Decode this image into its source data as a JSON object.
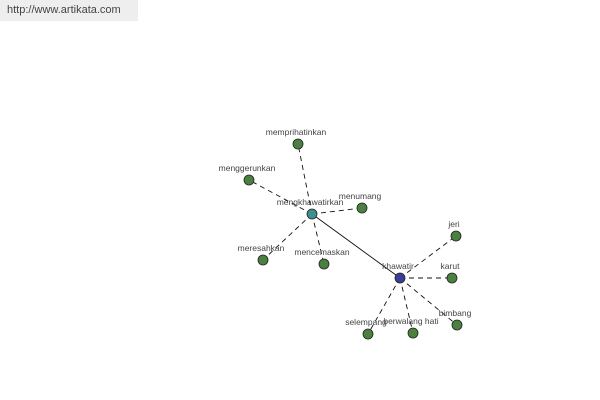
{
  "watermark_url": "http://www.artikata.com",
  "graph": {
    "nodes": [
      {
        "id": "khawatir",
        "label": "khawatir",
        "role": "root",
        "color": "#3b3f93"
      },
      {
        "id": "mengkhawatirkan",
        "label": "mengkhawatirkan",
        "role": "hub",
        "color": "#3f8f8f"
      },
      {
        "id": "memprihatinkan",
        "label": "memprihatinkan",
        "role": "leaf",
        "color": "#4a8040"
      },
      {
        "id": "menggerunkan",
        "label": "menggerunkan",
        "role": "leaf",
        "color": "#4a8040"
      },
      {
        "id": "menumang",
        "label": "menumang",
        "role": "leaf",
        "color": "#4a8040"
      },
      {
        "id": "meresahkan",
        "label": "meresahkan",
        "role": "leaf",
        "color": "#4a8040"
      },
      {
        "id": "mencemaskan",
        "label": "mencemaskan",
        "role": "leaf",
        "color": "#4a8040"
      },
      {
        "id": "jeri",
        "label": "jeri",
        "role": "leaf",
        "color": "#4a8040"
      },
      {
        "id": "karut",
        "label": "karut",
        "role": "leaf",
        "color": "#4a8040"
      },
      {
        "id": "bimbang",
        "label": "bimbang",
        "role": "leaf",
        "color": "#4a8040"
      },
      {
        "id": "selempang",
        "label": "selempang",
        "role": "leaf",
        "color": "#4a8040"
      },
      {
        "id": "berwalang hati",
        "label": "berwalang hati",
        "role": "leaf",
        "color": "#4a8040"
      }
    ],
    "edges": [
      {
        "from": "khawatir",
        "to": "mengkhawatirkan",
        "style": "solid"
      },
      {
        "from": "mengkhawatirkan",
        "to": "memprihatinkan",
        "style": "dashed"
      },
      {
        "from": "mengkhawatirkan",
        "to": "menggerunkan",
        "style": "dashed"
      },
      {
        "from": "mengkhawatirkan",
        "to": "menumang",
        "style": "dashed"
      },
      {
        "from": "mengkhawatirkan",
        "to": "meresahkan",
        "style": "dashed"
      },
      {
        "from": "mengkhawatirkan",
        "to": "mencemaskan",
        "style": "dashed"
      },
      {
        "from": "khawatir",
        "to": "jeri",
        "style": "dashed"
      },
      {
        "from": "khawatir",
        "to": "karut",
        "style": "dashed"
      },
      {
        "from": "khawatir",
        "to": "bimbang",
        "style": "dashed"
      },
      {
        "from": "khawatir",
        "to": "selempang",
        "style": "dashed"
      },
      {
        "from": "khawatir",
        "to": "berwalang hati",
        "style": "dashed"
      }
    ]
  }
}
